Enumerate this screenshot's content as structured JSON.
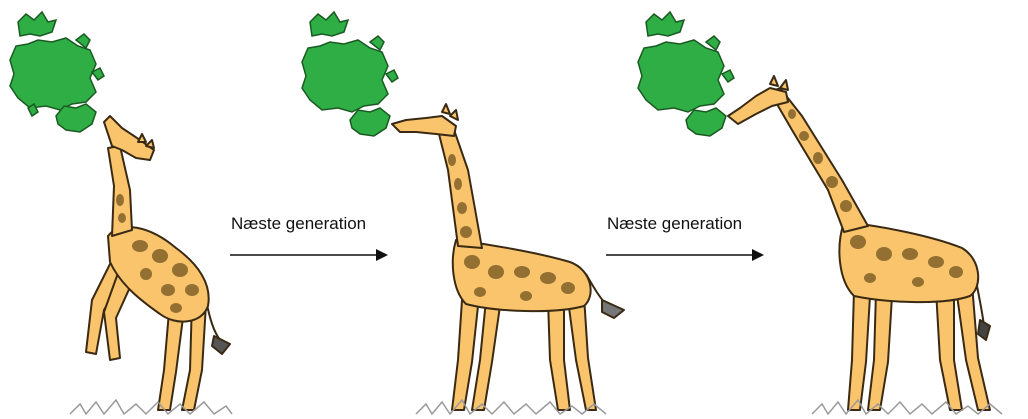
{
  "arrows": [
    {
      "label": "Næste generation"
    },
    {
      "label": "Næste generation"
    }
  ],
  "colors": {
    "foliage": "#2fae45",
    "foliage_dark": "#1e7a2c",
    "giraffe": "#f9c46b",
    "giraffe_outline": "#3a2a14",
    "spots": "#7a5a25",
    "grass": "#9a9a9a",
    "arrow": "#111111"
  },
  "icons": [
    "tree-foliage-icon",
    "giraffe-icon",
    "grass-icon",
    "arrow-right-icon"
  ],
  "panels": [
    {
      "generation": 1,
      "neck": "short",
      "pose": "rearing up"
    },
    {
      "generation": 2,
      "neck": "medium",
      "pose": "standing, neck stretched"
    },
    {
      "generation": 3,
      "neck": "long",
      "pose": "standing, reaching leaves"
    }
  ]
}
